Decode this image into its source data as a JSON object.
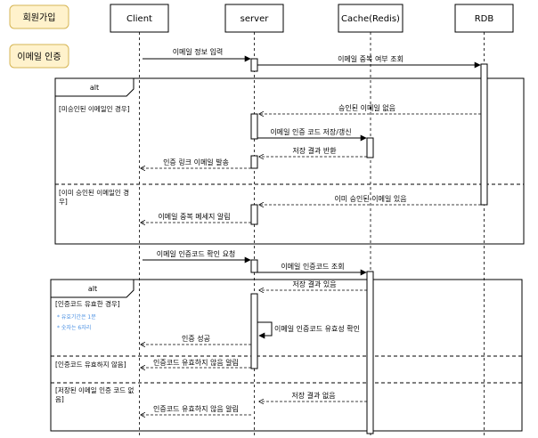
{
  "labels": {
    "signup": "회원가입",
    "email_auth": "이메일 인증"
  },
  "participants": [
    "Client",
    "server",
    "Cache(Redis)",
    "RDB"
  ],
  "alt_label": "alt",
  "messages": {
    "m1": "이메일 정보 입력",
    "m2": "이메일 중복 여부 조회",
    "m3": "승인된 이메일 없음",
    "m4": "이메일 인증 코드 저장/갱신",
    "m5": "저장 결과 반환",
    "m6": "인증 링크 이메일 발송",
    "m7": "이미 승인된 이메일 있음",
    "m8": "이메일 중복 메세지 알림",
    "m9": "이메일 인증코드 확인 요청",
    "m10": "이메일 인증코드 조회",
    "m11": "저장 결과 있음",
    "m12": "이메일 인증코드 유효성 확인",
    "m13": "인증 성공",
    "m14": "인증코드 유효하지 않음 알림",
    "m15": "저장 결과 없음",
    "m16": "인증코드 유효하지 않음 알림"
  },
  "conditions": {
    "alt1_c1": "[미승인된 이메일인 경우]",
    "alt1_c2_l1": "[이미 승인된 이메일인 경",
    "alt1_c2_l2": "우]",
    "alt2_c1": "[인증코드 유효한 경우]",
    "alt2_note1": "* 유효기간은 1분",
    "alt2_note2": "* 숫자는 6자리",
    "alt2_c2": "[인증코드 유효하지 않음]",
    "alt2_c3_l1": "[저장된 이메일 인증 코드 없",
    "alt2_c3_l2": "음]"
  },
  "colors": {
    "label_fill": "#fff2cc",
    "label_stroke": "#d6b656",
    "note_blue": "#4a90e2"
  }
}
